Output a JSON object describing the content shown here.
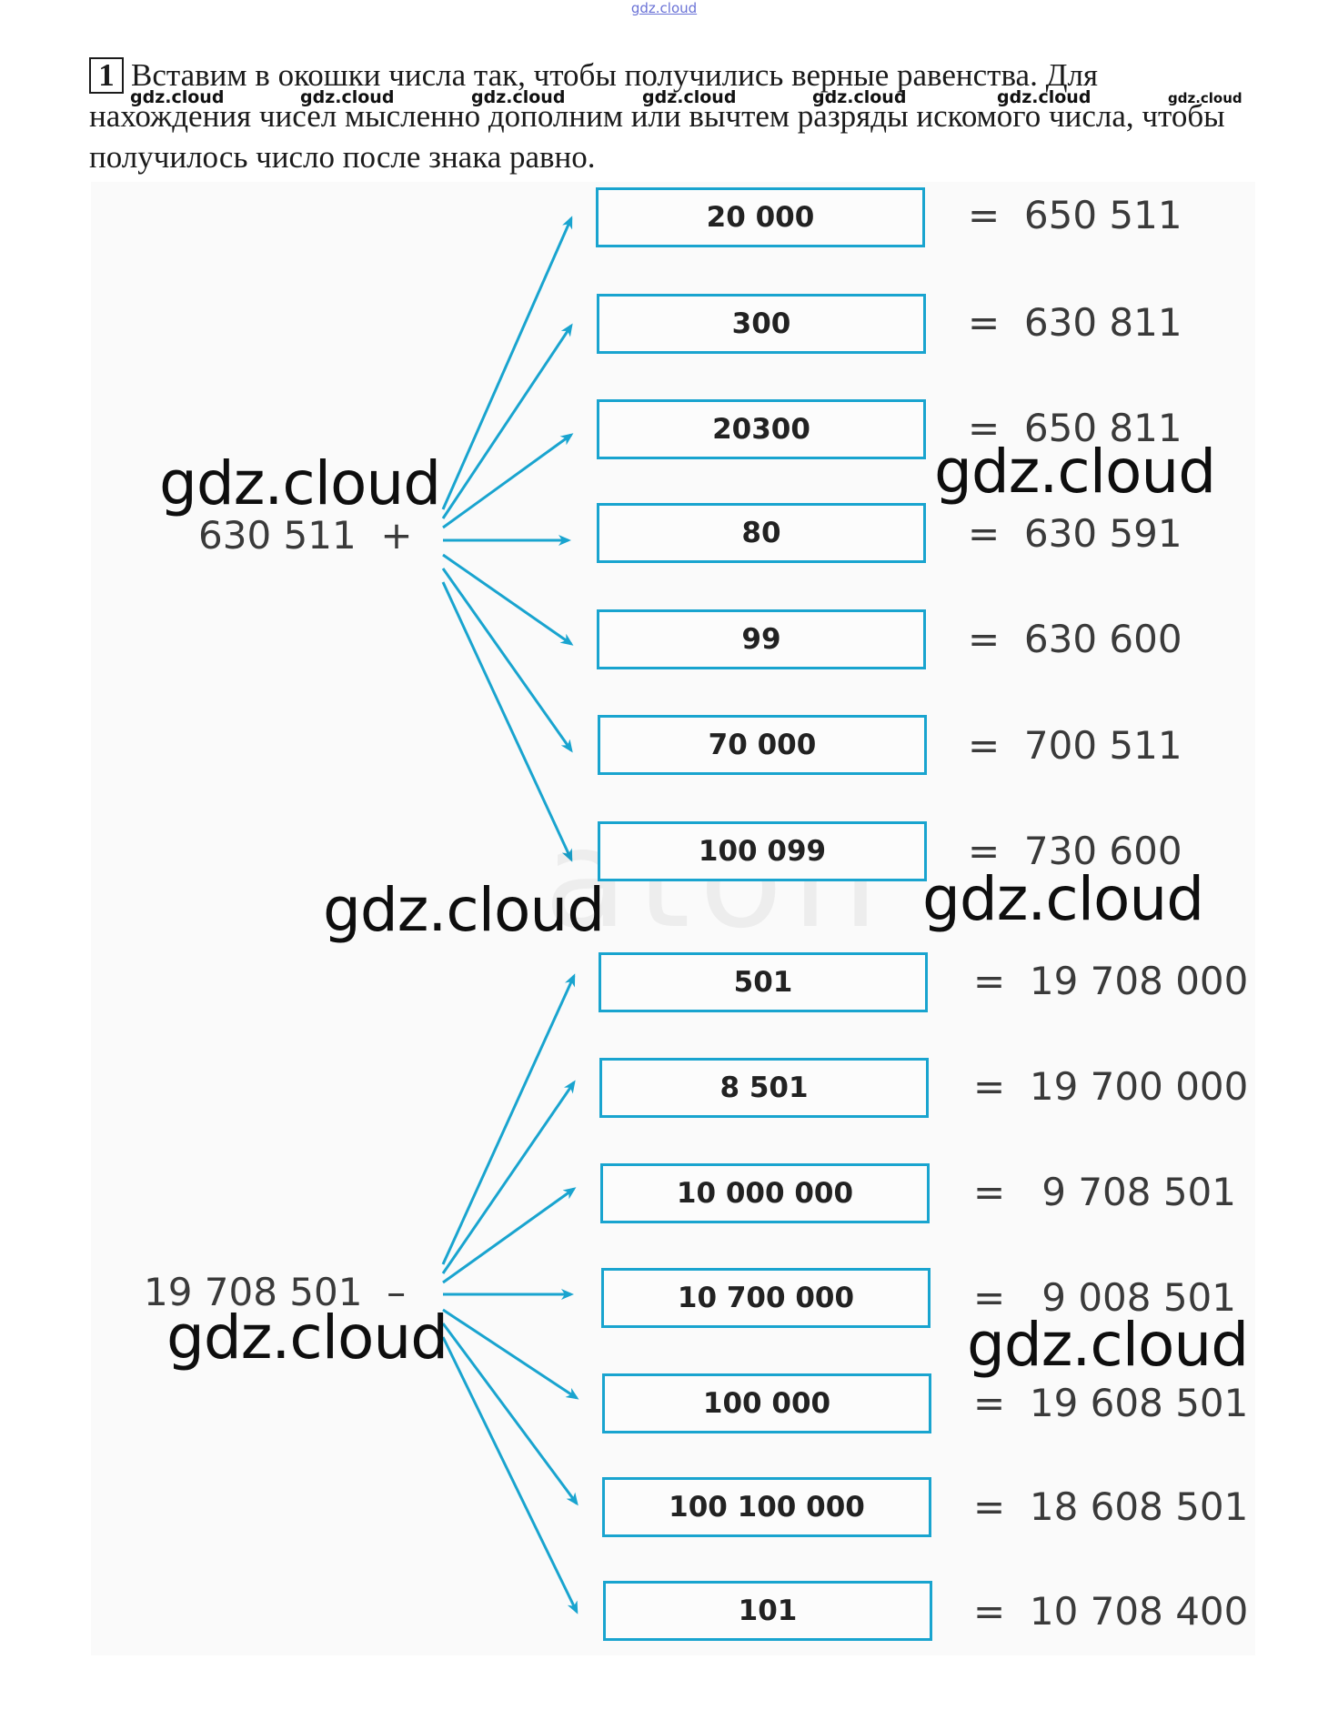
{
  "header_link": "gdz.cloud",
  "task": {
    "number": "1",
    "text": "Вставим в окошки числа так, чтобы получились верные равенства. Для нахождения чисел мысленно дополним или вычтем разряды искомого числа, чтобы получилось число после знака равно."
  },
  "small_watermarks": [
    "gdz.cloud",
    "gdz.cloud",
    "gdz.cloud",
    "gdz.cloud",
    "gdz.cloud",
    "gdz.cloud",
    "gdz.cloud"
  ],
  "big_watermark": "gdz.cloud",
  "faint_watermark": "aton",
  "colors": {
    "accent": "#19a4cf",
    "text": "#3a3a3a"
  },
  "group_add": {
    "base": "630 511  +",
    "rows": [
      {
        "box": "20 000",
        "result": "=  650 511"
      },
      {
        "box": "300",
        "result": "=  630 811"
      },
      {
        "box": "20300",
        "result": "=  650 811"
      },
      {
        "box": "80",
        "result": "=  630 591"
      },
      {
        "box": "99",
        "result": "=  630 600"
      },
      {
        "box": "70 000",
        "result": "=  700 511"
      },
      {
        "box": "100 099",
        "result": "=  730 600"
      }
    ]
  },
  "group_sub": {
    "base": "19 708 501  –",
    "rows": [
      {
        "box": "501",
        "result": "=  19 708 000"
      },
      {
        "box": "8 501",
        "result": "=  19 700 000"
      },
      {
        "box": "10 000 000",
        "result": "=   9 708 501"
      },
      {
        "box": "10 700 000",
        "result": "=   9 008 501"
      },
      {
        "box": "100 000",
        "result": "=  19 608 501"
      },
      {
        "box": "100 100 000",
        "result": "=  18 608 501"
      },
      {
        "box": "101",
        "result": "=  10 708 400"
      }
    ]
  }
}
